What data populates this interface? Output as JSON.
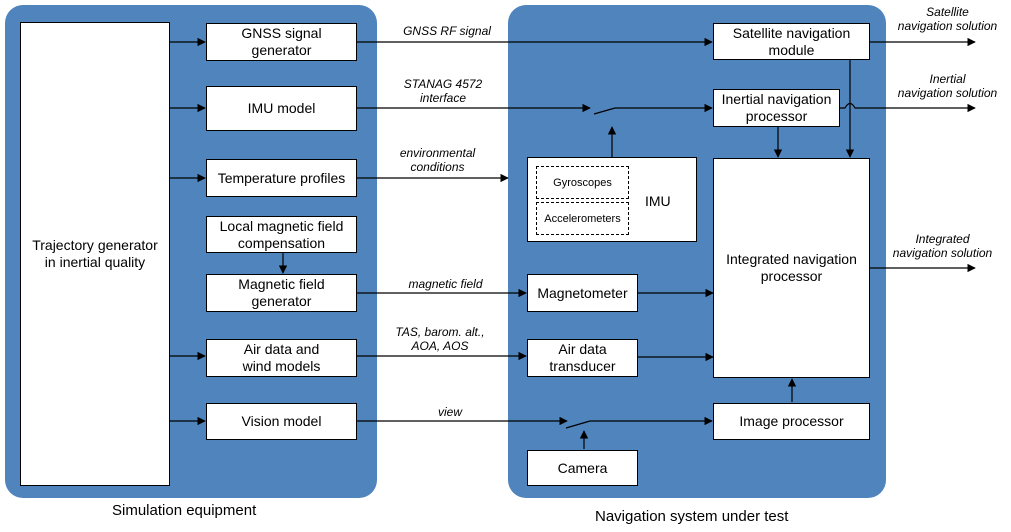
{
  "panels": {
    "simulation": "Simulation equipment",
    "system": "Navigation system under test"
  },
  "blocks": {
    "trajectory": "Trajectory generator\nin inertial quality",
    "gnss_gen": "GNSS signal\ngenerator",
    "imu_model": "IMU model",
    "temp_profiles": "Temperature profiles",
    "local_mag": "Local magnetic field\ncompensation",
    "mag_gen": "Magnetic field\ngenerator",
    "air_data": "Air data and\nwind models",
    "vision": "Vision model",
    "sat_nav": "Satellite navigation\nmodule",
    "ins_proc": "Inertial navigation\nprocessor",
    "imu": "IMU",
    "gyros": "Gyroscopes",
    "accels": "Accelerometers",
    "integrated": "Integrated navigation\nprocessor",
    "magnetometer": "Magnetometer",
    "air_transducer": "Air data\ntransducer",
    "image_proc": "Image processor",
    "camera": "Camera"
  },
  "signals": {
    "gnss_rf": "GNSS RF signal",
    "stanag": "STANAG 4572\ninterface",
    "env": "environmental\nconditions",
    "magnetic": "magnetic field",
    "tas": "TAS, barom. alt.,\nAOA, AOS",
    "view": "view"
  },
  "outputs": {
    "satellite": "Satellite\nnavigation solution",
    "inertial": "Inertial\nnavigation solution",
    "integrated": "Integrated\nnavigation solution"
  }
}
